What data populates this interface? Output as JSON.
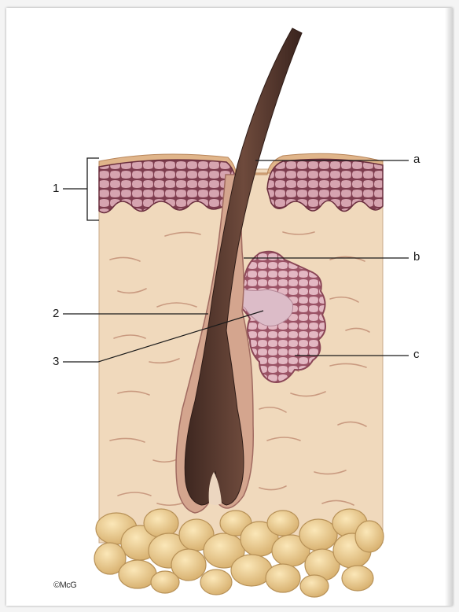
{
  "labels": {
    "num1": "1",
    "num2": "2",
    "num3": "3",
    "a": "a",
    "b": "b",
    "c": "c"
  },
  "credit": "©McG",
  "colors": {
    "dermis": "#f0d9bc",
    "epidermis": "#8c4a5a",
    "stratum_corneum": "#e0b58a",
    "hair_shaft": "#5a3a30",
    "sebaceous_gland": "#b87a8a",
    "sebum": "#d9b6c4",
    "fat": "#e8c88a",
    "fibers": "#c99a80"
  }
}
